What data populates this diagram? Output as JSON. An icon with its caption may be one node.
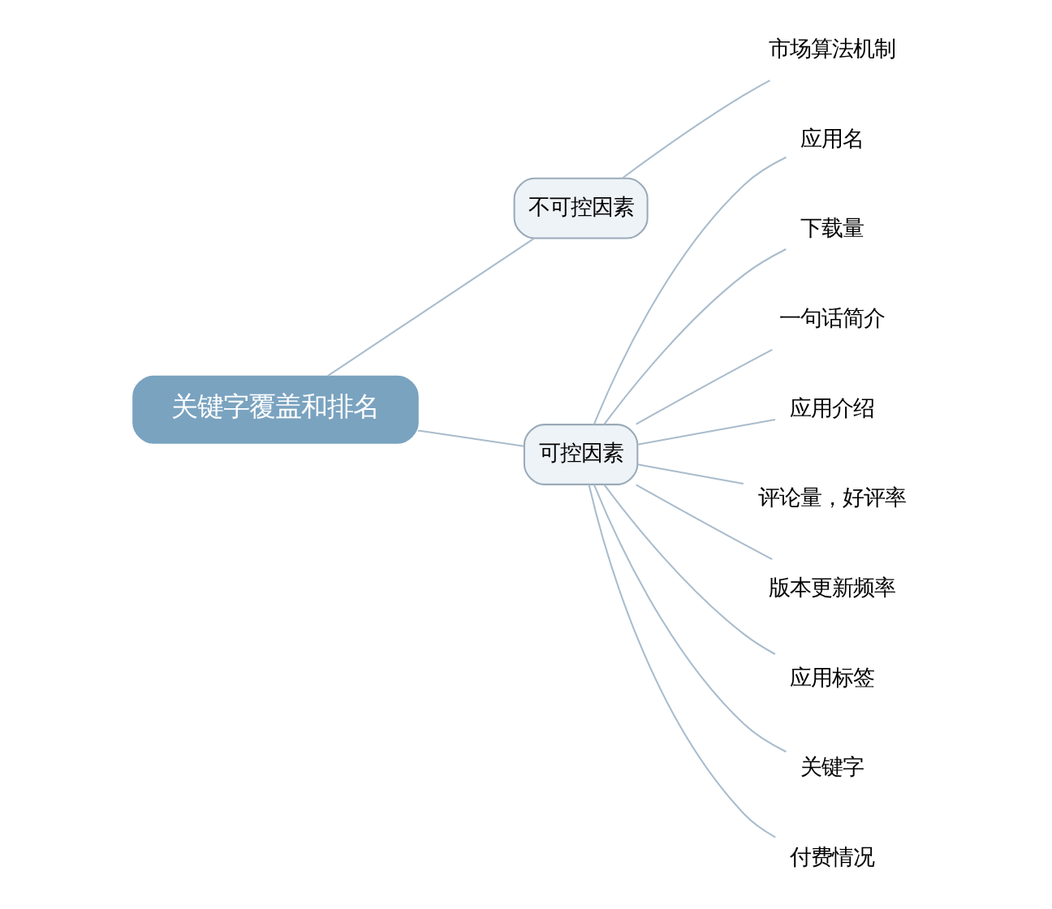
{
  "diagram": {
    "nodes": [
      {
        "text": [
          "关键字覆盖和排名"
        ]
      },
      {
        "text": [
          "不可控因素"
        ]
      },
      {
        "text": [
          "市场算法机制"
        ]
      },
      {
        "text": [
          "可控因素"
        ]
      },
      {
        "text": [
          "应用名"
        ]
      },
      {
        "text": [
          "下载量"
        ]
      },
      {
        "text": [
          "一句话简介"
        ]
      },
      {
        "text": [
          "应用介绍"
        ]
      },
      {
        "text": [
          "评论量，好评率"
        ]
      },
      {
        "text": [
          "版本更新频率"
        ]
      },
      {
        "text": [
          "应用标签"
        ]
      },
      {
        "text": [
          "关键字"
        ]
      },
      {
        "text": [
          "付费情况"
        ]
      }
    ],
    "edges": [
      {
        "from": 0,
        "to": 1,
        "arrow": "none"
      },
      {
        "from": 1,
        "to": 2,
        "arrow": "none"
      },
      {
        "from": 0,
        "to": 3,
        "arrow": "none"
      },
      {
        "from": 3,
        "to": 4,
        "arrow": "none"
      },
      {
        "from": 3,
        "to": 5,
        "arrow": "none"
      },
      {
        "from": 3,
        "to": 6,
        "arrow": "none"
      },
      {
        "from": 3,
        "to": 7,
        "arrow": "none"
      },
      {
        "from": 3,
        "to": 8,
        "arrow": "none"
      },
      {
        "from": 3,
        "to": 9,
        "arrow": "none"
      },
      {
        "from": 3,
        "to": 10,
        "arrow": "none"
      },
      {
        "from": 3,
        "to": 11,
        "arrow": "none"
      },
      {
        "from": 3,
        "to": 12,
        "arrow": "none"
      }
    ]
  }
}
